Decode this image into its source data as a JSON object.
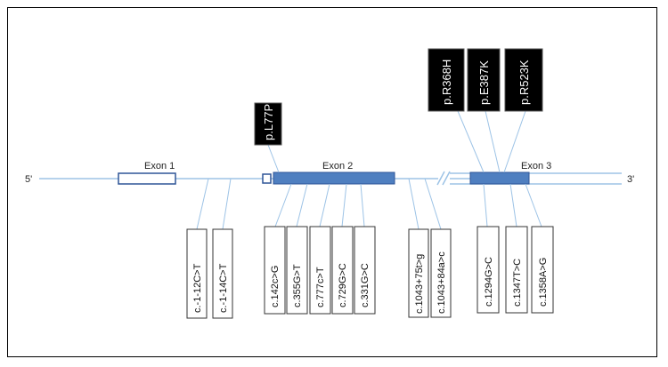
{
  "diagram": {
    "five_prime": "5'",
    "three_prime": "3'",
    "exons": [
      "Exon 1",
      "Exon 2",
      "Exon 3"
    ],
    "protein_variants": [
      "p.L77P",
      "p.R368H",
      "p.E387K",
      "p.R523K"
    ],
    "dna_variants": [
      "c.-1-12C>T",
      "c.-1-14C>T",
      "c.142c>G",
      "c.355G>T",
      "c.777c>T",
      "c.729G>C",
      "c.331G>C",
      "c.1043+75t>g",
      "c.1043+84a>c",
      "c.1294G>C",
      "c.1347T>C",
      "c.1358A>G"
    ],
    "colors": {
      "exon_fill": "#4f7fc0",
      "exon_stroke": "#2f5597",
      "line": "#9dc3e6",
      "label_box": "#000000"
    }
  }
}
